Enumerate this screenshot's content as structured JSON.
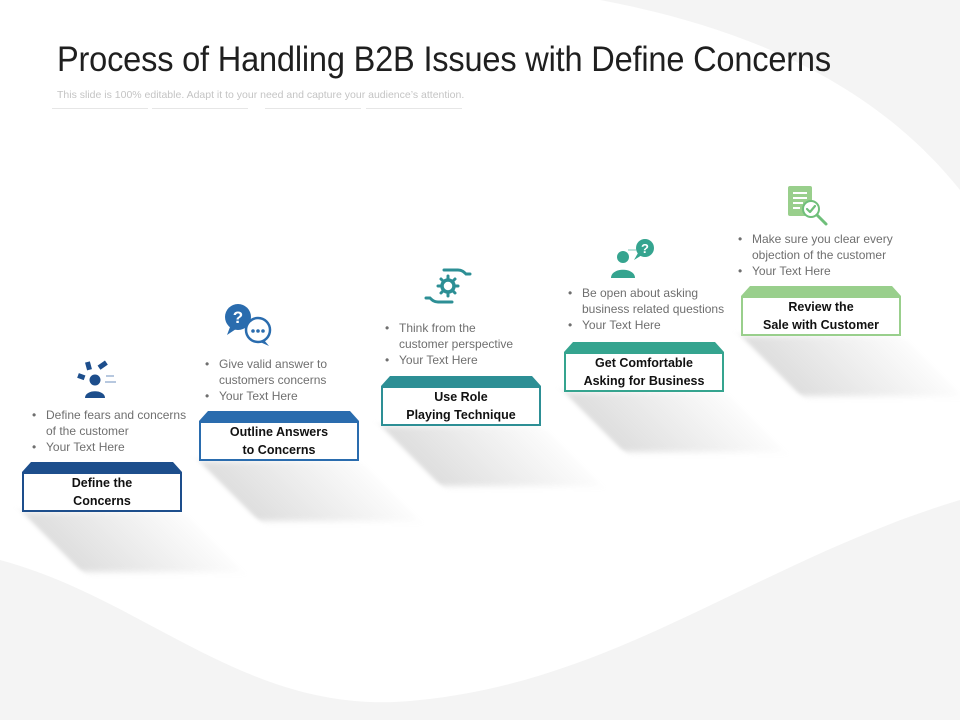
{
  "slide": {
    "title": "Process of Handling B2B Issues with Define Concerns",
    "subtitle": "This slide is 100% editable. Adapt it to your need and capture your audience’s attention."
  },
  "colors": {
    "background": "#ffffff",
    "wave": "#f2f2f2",
    "step1": "#1d4e8c",
    "step2": "#2a6cae",
    "step3": "#2d8f95",
    "step4": "#35a48f",
    "step5": "#99cf8c"
  },
  "steps": [
    {
      "label": "Define the\nConcerns",
      "icon": "concerns-person-icon",
      "bullets": [
        "Define fears and concerns\nof the customer",
        "Your Text Here"
      ]
    },
    {
      "label": "Outline Answers\nto Concerns",
      "icon": "question-chat-icon",
      "bullets": [
        "Give valid answer to\ncustomers concerns",
        "Your Text Here"
      ]
    },
    {
      "label": "Use Role\nPlaying Technique",
      "icon": "hands-gear-icon",
      "bullets": [
        "Think from the\ncustomer perspective",
        "Your Text Here"
      ]
    },
    {
      "label": "Get Comfortable\nAsking for Business",
      "icon": "person-question-icon",
      "bullets": [
        "Be open about asking\nbusiness related questions",
        "Your Text Here"
      ]
    },
    {
      "label": "Review the\nSale with Customer",
      "icon": "document-check-icon",
      "bullets": [
        "Make sure you clear every\nobjection of the customer",
        "Your Text Here"
      ]
    }
  ]
}
